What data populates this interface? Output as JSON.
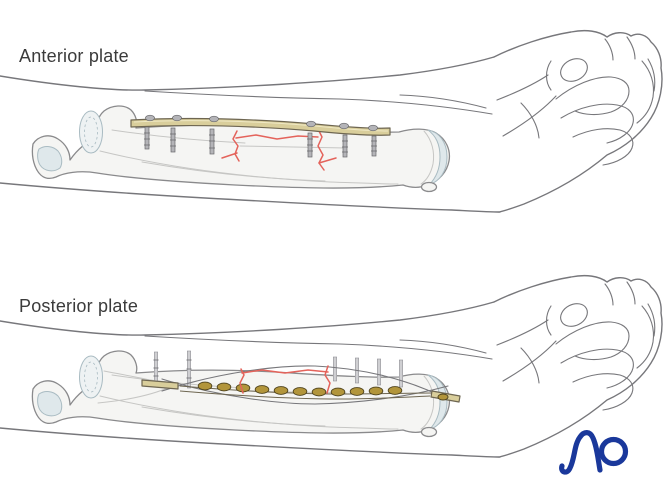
{
  "figure": {
    "panels": [
      {
        "id": "anterior",
        "label": "Anterior plate"
      },
      {
        "id": "posterior",
        "label": "Posterior plate"
      }
    ],
    "logo": {
      "text": "AO"
    }
  },
  "colors": {
    "background": "#ffffff",
    "label-text": "#3b3b3b",
    "skin-line": "#77777b",
    "bone-line": "#8a8a8c",
    "bone-fill": "#f5f5f3",
    "bone-inner-line": "#c6c6c4",
    "cartilage-fill": "#dfe8eb",
    "cartilage-light": "#eef2f3",
    "cartilage-line": "#a9bbc2",
    "plate-fill": "#d9ce9b",
    "plate-line": "#6e6651",
    "plate-highlight": "#efe8c4",
    "screw-fill": "#b4b4b8",
    "screw-line": "#68686c",
    "through-screw-fill": "#cfcfd2",
    "screw-head-gold": "#b2953b",
    "screw-head-gold-line": "#4f431d",
    "fracture-red": "#e4635b",
    "ao-blue": "#1a389b"
  }
}
